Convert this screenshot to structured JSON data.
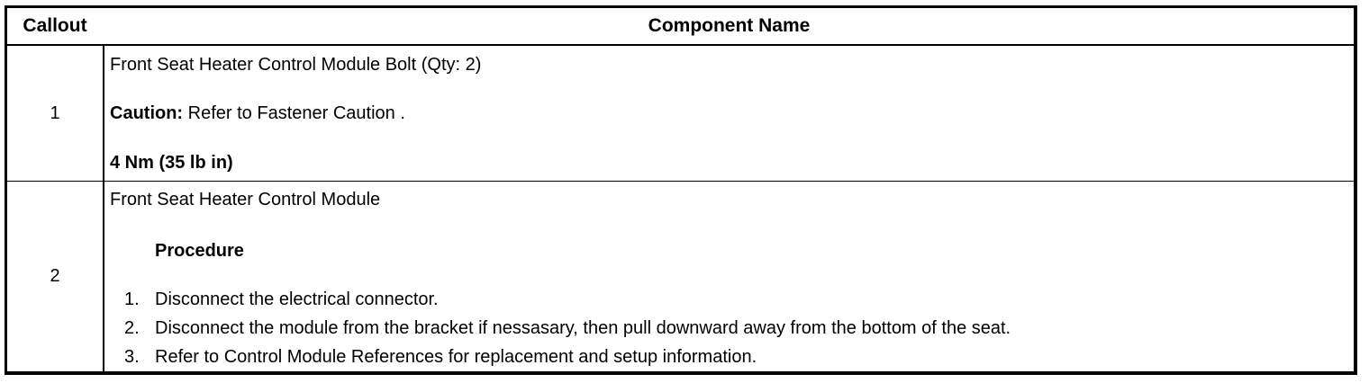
{
  "table": {
    "headers": {
      "callout": "Callout",
      "component_name": "Component Name"
    },
    "rows": [
      {
        "callout": "1",
        "name": "Front Seat Heater Control Module Bolt (Qty: 2)",
        "caution_label": "Caution:",
        "caution_text": " Refer to Fastener Caution .",
        "torque": "4 Nm (35 lb in)"
      },
      {
        "callout": "2",
        "name": "Front Seat Heater Control Module",
        "procedure_title": "Procedure",
        "steps": [
          {
            "num": "1.",
            "text": "Disconnect the electrical connector."
          },
          {
            "num": "2.",
            "text": "Disconnect the module from the bracket if nessasary, then pull downward away from the bottom of the seat."
          },
          {
            "num": "3.",
            "text": "Refer to Control Module References for replacement and setup information."
          }
        ]
      }
    ]
  }
}
